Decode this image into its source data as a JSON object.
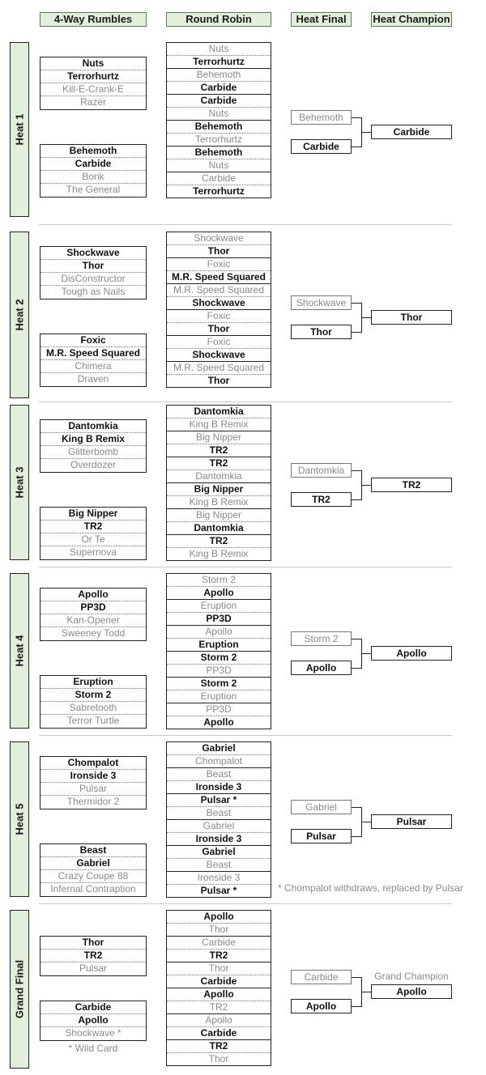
{
  "headers": {
    "rumbles": "4-Way Rumbles",
    "round_robin": "Round Robin",
    "heat_final": "Heat Final",
    "heat_champion": "Heat Champion"
  },
  "sections": [
    {
      "label": "Heat 1",
      "rumbles": [
        [
          {
            "name": "Nuts",
            "win": true
          },
          {
            "name": "Terrorhurtz",
            "win": true
          },
          {
            "name": "Kill-E-Crank-E",
            "win": false
          },
          {
            "name": "Razer",
            "win": false
          }
        ],
        [
          {
            "name": "Behemoth",
            "win": true
          },
          {
            "name": "Carbide",
            "win": true
          },
          {
            "name": "Bonk",
            "win": false
          },
          {
            "name": "The General",
            "win": false
          }
        ]
      ],
      "round_robin": [
        [
          {
            "name": "Nuts",
            "win": false
          },
          {
            "name": "Terrorhurtz",
            "win": true
          }
        ],
        [
          {
            "name": "Behemoth",
            "win": false
          },
          {
            "name": "Carbide",
            "win": true
          }
        ],
        [
          {
            "name": "Carbide",
            "win": true
          },
          {
            "name": "Nuts",
            "win": false
          }
        ],
        [
          {
            "name": "Behemoth",
            "win": true
          },
          {
            "name": "Terrorhurtz",
            "win": false
          }
        ],
        [
          {
            "name": "Behemoth",
            "win": true
          },
          {
            "name": "Nuts",
            "win": false
          }
        ],
        [
          {
            "name": "Carbide",
            "win": false
          },
          {
            "name": "Terrorhurtz",
            "win": true
          }
        ]
      ],
      "final": [
        {
          "name": "Behemoth",
          "win": false
        },
        {
          "name": "Carbide",
          "win": true
        }
      ],
      "champion": "Carbide",
      "champion_label": "",
      "note": ""
    },
    {
      "label": "Heat 2",
      "rumbles": [
        [
          {
            "name": "Shockwave",
            "win": true
          },
          {
            "name": "Thor",
            "win": true
          },
          {
            "name": "DisConstructor",
            "win": false
          },
          {
            "name": "Tough as Nails",
            "win": false
          }
        ],
        [
          {
            "name": "Foxic",
            "win": true
          },
          {
            "name": "M.R. Speed Squared",
            "win": true
          },
          {
            "name": "Chimera",
            "win": false
          },
          {
            "name": "Draven",
            "win": false
          }
        ]
      ],
      "round_robin": [
        [
          {
            "name": "Shockwave",
            "win": false
          },
          {
            "name": "Thor",
            "win": true
          }
        ],
        [
          {
            "name": "Foxic",
            "win": false
          },
          {
            "name": "M.R. Speed Squared",
            "win": true
          }
        ],
        [
          {
            "name": "M.R. Speed Squared",
            "win": false
          },
          {
            "name": "Shockwave",
            "win": true
          }
        ],
        [
          {
            "name": "Foxic",
            "win": false
          },
          {
            "name": "Thor",
            "win": true
          }
        ],
        [
          {
            "name": "Foxic",
            "win": false
          },
          {
            "name": "Shockwave",
            "win": true
          }
        ],
        [
          {
            "name": "M.R. Speed Squared",
            "win": false
          },
          {
            "name": "Thor",
            "win": true
          }
        ]
      ],
      "final": [
        {
          "name": "Shockwave",
          "win": false
        },
        {
          "name": "Thor",
          "win": true
        }
      ],
      "champion": "Thor",
      "champion_label": "",
      "note": ""
    },
    {
      "label": "Heat 3",
      "rumbles": [
        [
          {
            "name": "Dantomkia",
            "win": true
          },
          {
            "name": "King B Remix",
            "win": true
          },
          {
            "name": "Glitterbomb",
            "win": false
          },
          {
            "name": "Overdozer",
            "win": false
          }
        ],
        [
          {
            "name": "Big Nipper",
            "win": true
          },
          {
            "name": "TR2",
            "win": true
          },
          {
            "name": "Or Te",
            "win": false
          },
          {
            "name": "Supernova",
            "win": false
          }
        ]
      ],
      "round_robin": [
        [
          {
            "name": "Dantomkia",
            "win": true
          },
          {
            "name": "King B Remix",
            "win": false
          }
        ],
        [
          {
            "name": "Big Nipper",
            "win": false
          },
          {
            "name": "TR2",
            "win": true
          }
        ],
        [
          {
            "name": "TR2",
            "win": true
          },
          {
            "name": "Dantomkia",
            "win": false
          }
        ],
        [
          {
            "name": "Big Nipper",
            "win": true
          },
          {
            "name": "King B Remix",
            "win": false
          }
        ],
        [
          {
            "name": "Big Nipper",
            "win": false
          },
          {
            "name": "Dantomkia",
            "win": true
          }
        ],
        [
          {
            "name": "TR2",
            "win": true
          },
          {
            "name": "King B Remix",
            "win": false
          }
        ]
      ],
      "final": [
        {
          "name": "Dantomkia",
          "win": false
        },
        {
          "name": "TR2",
          "win": true
        }
      ],
      "champion": "TR2",
      "champion_label": "",
      "note": ""
    },
    {
      "label": "Heat 4",
      "rumbles": [
        [
          {
            "name": "Apollo",
            "win": true
          },
          {
            "name": "PP3D",
            "win": true
          },
          {
            "name": "Kan-Opener",
            "win": false
          },
          {
            "name": "Sweeney Todd",
            "win": false
          }
        ],
        [
          {
            "name": "Eruption",
            "win": true
          },
          {
            "name": "Storm 2",
            "win": true
          },
          {
            "name": "Sabretooth",
            "win": false
          },
          {
            "name": "Terror Turtle",
            "win": false
          }
        ]
      ],
      "round_robin": [
        [
          {
            "name": "Storm 2",
            "win": false
          },
          {
            "name": "Apollo",
            "win": true
          }
        ],
        [
          {
            "name": "Eruption",
            "win": false
          },
          {
            "name": "PP3D",
            "win": true
          }
        ],
        [
          {
            "name": "Apollo",
            "win": false
          },
          {
            "name": "Eruption",
            "win": true
          }
        ],
        [
          {
            "name": "Storm 2",
            "win": true
          },
          {
            "name": "PP3D",
            "win": false
          }
        ],
        [
          {
            "name": "Storm 2",
            "win": true
          },
          {
            "name": "Eruption",
            "win": false
          }
        ],
        [
          {
            "name": "PP3D",
            "win": false
          },
          {
            "name": "Apollo",
            "win": true
          }
        ]
      ],
      "final": [
        {
          "name": "Storm 2",
          "win": false
        },
        {
          "name": "Apollo",
          "win": true
        }
      ],
      "champion": "Apollo",
      "champion_label": "",
      "note": ""
    },
    {
      "label": "Heat 5",
      "rumbles": [
        [
          {
            "name": "Chompalot",
            "win": true
          },
          {
            "name": "Ironside 3",
            "win": true
          },
          {
            "name": "Pulsar",
            "win": false
          },
          {
            "name": "Thermidor 2",
            "win": false
          }
        ],
        [
          {
            "name": "Beast",
            "win": true
          },
          {
            "name": "Gabriel",
            "win": true
          },
          {
            "name": "Crazy Coupe 88",
            "win": false
          },
          {
            "name": "Infernal Contraption",
            "win": false
          }
        ]
      ],
      "round_robin": [
        [
          {
            "name": "Gabriel",
            "win": true
          },
          {
            "name": "Chompalot",
            "win": false
          }
        ],
        [
          {
            "name": "Beast",
            "win": false
          },
          {
            "name": "Ironside 3",
            "win": true
          }
        ],
        [
          {
            "name": "Pulsar *",
            "win": true
          },
          {
            "name": "Beast",
            "win": false
          }
        ],
        [
          {
            "name": "Gabriel",
            "win": false
          },
          {
            "name": "Ironside 3",
            "win": true
          }
        ],
        [
          {
            "name": "Gabriel",
            "win": true
          },
          {
            "name": "Beast",
            "win": false
          }
        ],
        [
          {
            "name": "Ironside 3",
            "win": false
          },
          {
            "name": "Pulsar *",
            "win": true
          }
        ]
      ],
      "final": [
        {
          "name": "Gabriel",
          "win": false
        },
        {
          "name": "Pulsar",
          "win": true
        }
      ],
      "champion": "Pulsar",
      "champion_label": "",
      "note": "* Chompalot withdraws, replaced by Pulsar"
    },
    {
      "label": "Grand Final",
      "rumbles": [
        [
          {
            "name": "Thor",
            "win": true
          },
          {
            "name": "TR2",
            "win": true
          },
          {
            "name": "Pulsar",
            "win": false
          }
        ],
        [
          {
            "name": "Carbide",
            "win": true
          },
          {
            "name": "Apollo",
            "win": true
          },
          {
            "name": "Shockwave *",
            "win": false
          }
        ]
      ],
      "round_robin": [
        [
          {
            "name": "Apollo",
            "win": true
          },
          {
            "name": "Thor",
            "win": false
          }
        ],
        [
          {
            "name": "Carbide",
            "win": false
          },
          {
            "name": "TR2",
            "win": true
          }
        ],
        [
          {
            "name": "Thor",
            "win": false
          },
          {
            "name": "Carbide",
            "win": true
          }
        ],
        [
          {
            "name": "Apollo",
            "win": true
          },
          {
            "name": "TR2",
            "win": false
          }
        ],
        [
          {
            "name": "Apollo",
            "win": false
          },
          {
            "name": "Carbide",
            "win": true
          }
        ],
        [
          {
            "name": "TR2",
            "win": true
          },
          {
            "name": "Thor",
            "win": false
          }
        ]
      ],
      "final": [
        {
          "name": "Carbide",
          "win": false
        },
        {
          "name": "Apollo",
          "win": true
        }
      ],
      "champion": "Apollo",
      "champion_label": "Grand Champion",
      "note": "* Wild Card"
    }
  ]
}
